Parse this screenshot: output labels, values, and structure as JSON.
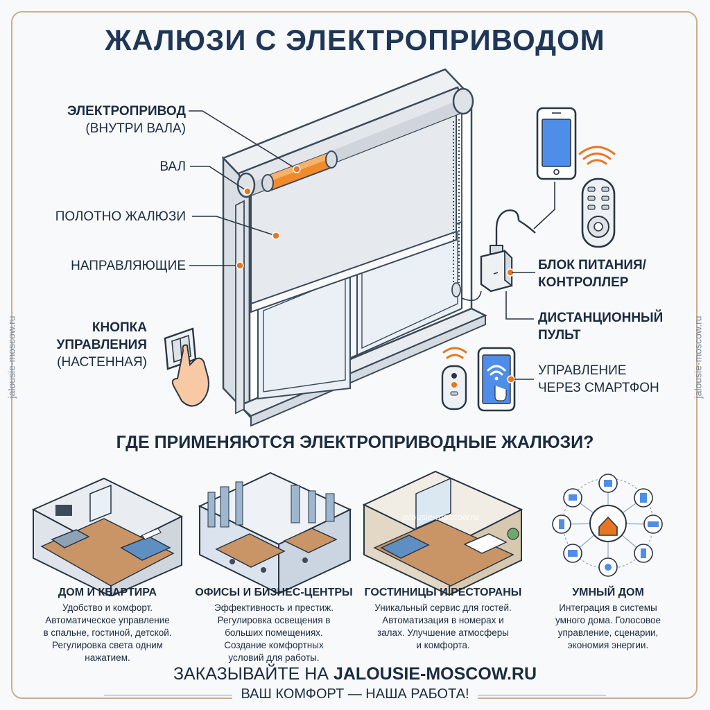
{
  "title": "ЖАЛЮЗИ С ЭЛЕКТРОПРИВОДОМ",
  "side_text": "jalousie-moscow.ru",
  "callouts": {
    "motor": {
      "name": "ЭЛЕКТРОПРИВОД",
      "note": "(ВНУТРИ ВАЛА)"
    },
    "shaft": "ВАЛ",
    "fabric": "ПОЛОТНО ЖАЛЮЗИ",
    "guides": "НАПРАВЛЯЮЩИЕ",
    "wall_button": {
      "line1": "КНОПКА",
      "line2": "УПРАВЛЕНИЯ",
      "note": "(НАСТЕННАЯ)"
    },
    "power": {
      "line1": "БЛОК ПИТАНИЯ/",
      "line2": "КОНТРОЛЛЕР"
    },
    "remote": {
      "line1": "ДИСТАНЦИОННЫЙ",
      "line2": "ПУЛЬТ"
    },
    "phone": {
      "line1": "УПРАВЛЕНИЕ",
      "line2": "ЧЕРЕЗ СМАРТФОН"
    }
  },
  "section_title": "ГДЕ ПРИМЕНЯЮТСЯ ЭЛЕКТРОПРИВОДНЫЕ ЖАЛЮЗИ?",
  "watermark": "jalousie-moscow.ru",
  "cards": [
    {
      "title": "ДОМ И КВАРТИРА",
      "desc": [
        "Удобство и комфорт.",
        "Автоматическое управление",
        "в спальне, гостиной, детской.",
        "Регулировка света одним",
        "нажатием."
      ]
    },
    {
      "title": "ОФИСЫ И БИЗНЕС-ЦЕНТРЫ",
      "desc": [
        "Эффективность и престиж.",
        "Регулировка освещения в",
        "больших помещениях.",
        "Создание комфортных",
        "условий для работы."
      ]
    },
    {
      "title": "ГОСТИНИЦЫ И РЕСТОРАНЫ",
      "desc": [
        "Уникальный сервис для гостей.",
        "Автоматизация в номерах и",
        "залах. Улучшение атмосферы",
        "и комфорта."
      ]
    },
    {
      "title": "УМНЫЙ ДОМ",
      "desc": [
        "Интеграция в системы",
        "умного дома. Голосовое",
        "управление, сценарии,",
        "экономия энергии."
      ]
    }
  ],
  "footer": {
    "order_prefix": "ЗАКАЗЫВАЙТЕ НА",
    "order_site": "JALOUSIE-MOSCOW.RU",
    "slogan": "ВАШ КОМФОРТ — НАША РАБОТА!"
  },
  "colors": {
    "navy": "#1f3656",
    "accent": "#e8761f",
    "frame": "#c9ad8b",
    "screen": "#4f8ee8"
  }
}
